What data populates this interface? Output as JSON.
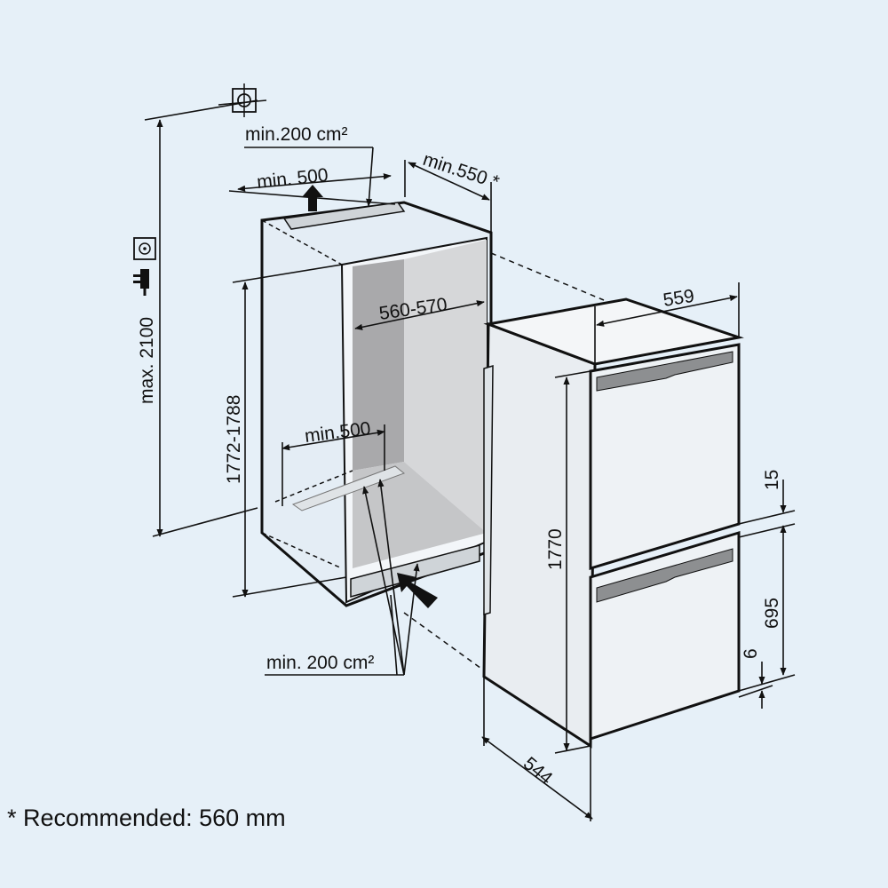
{
  "labels": {
    "vent_top": "min.200 cm²",
    "top_min500": "min. 500",
    "depth_min550": "min.550 *",
    "max_height": "max. 2100",
    "niche_height": "1772-1788",
    "niche_width": "560-570",
    "floor_min500": "min.500",
    "vent_bottom": "min. 200 cm²",
    "appliance_width": "559",
    "appliance_height": "1770",
    "appliance_depth": "544",
    "gap_15": "15",
    "door_695": "695",
    "gap_6": "6",
    "footnote": "* Recommended: 560 mm"
  },
  "icons": [
    "vent-symbol-icon",
    "socket-icon",
    "plug-icon",
    "airflow-arrow-icon"
  ],
  "colors": {
    "background": "#e6f0f8",
    "line": "#111111",
    "niche_interior": "#a9a9ab",
    "niche_side": "#d6d7d9",
    "appliance_body": "#e9edf1",
    "door": "#eef2f5",
    "handle": "#8d8f91"
  }
}
